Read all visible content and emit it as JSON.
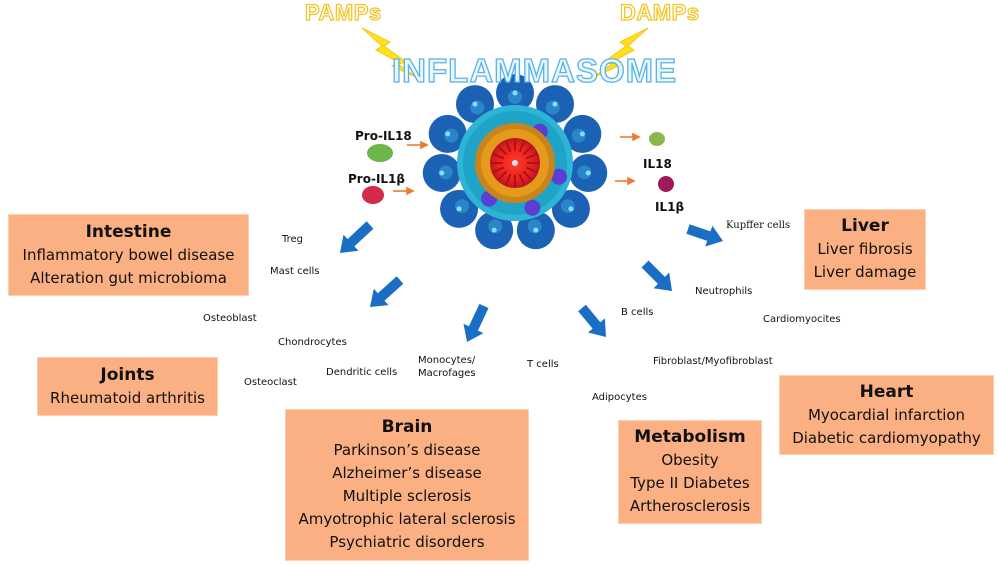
{
  "triggers": {
    "left": "PAMPs",
    "right": "DAMPs"
  },
  "title": "INFLAMMASOME",
  "colors": {
    "box_fill": "#fbb083",
    "arrow_blue": "#1a6fc4",
    "cytokine_arrow": "#f07a2e",
    "trigger_yellow": "#f3c21c",
    "title_blue": "#58b3e6"
  },
  "cytokines": {
    "inputs": [
      "Pro-IL18",
      "Pro-IL1β"
    ],
    "outputs": [
      "IL18",
      "IL1β"
    ]
  },
  "cells": {
    "treg": "Treg",
    "mast": "Mast cells",
    "osteoblast": "Osteoblast",
    "chondrocytes": "Chondrocytes",
    "osteoclast": "Osteoclast",
    "dendritic": "Dendritic cells",
    "monocytes_1": "Monocytes/",
    "monocytes_2": "Macrofages",
    "tcells": "T cells",
    "bcells": "B cells",
    "adipocytes": "Adipocytes",
    "fibroblast": "Fibroblast/Myofibroblast",
    "neutrophils": "Neutrophils",
    "cardiomyocites": "Cardiomyocites",
    "kupffer": "Kupffer cells"
  },
  "organs": {
    "intestine": {
      "title": "Intestine",
      "diseases": [
        "Inflammatory bowel disease",
        "Alteration gut microbioma"
      ]
    },
    "joints": {
      "title": "Joints",
      "diseases": [
        "Rheumatoid arthritis"
      ]
    },
    "brain": {
      "title": "Brain",
      "diseases": [
        "Parkinson’s disease",
        "Alzheimer’s disease",
        "Multiple sclerosis",
        "Amyotrophic lateral sclerosis",
        "Psychiatric disorders"
      ]
    },
    "metabolism": {
      "title": "Metabolism",
      "diseases": [
        "Obesity",
        "Type II Diabetes",
        "Artherosclerosis"
      ]
    },
    "heart": {
      "title": "Heart",
      "diseases": [
        "Myocardial infarction",
        "Diabetic cardiomyopathy"
      ]
    },
    "liver": {
      "title": "Liver",
      "diseases": [
        "Liver fibrosis",
        "Liver damage"
      ]
    }
  }
}
